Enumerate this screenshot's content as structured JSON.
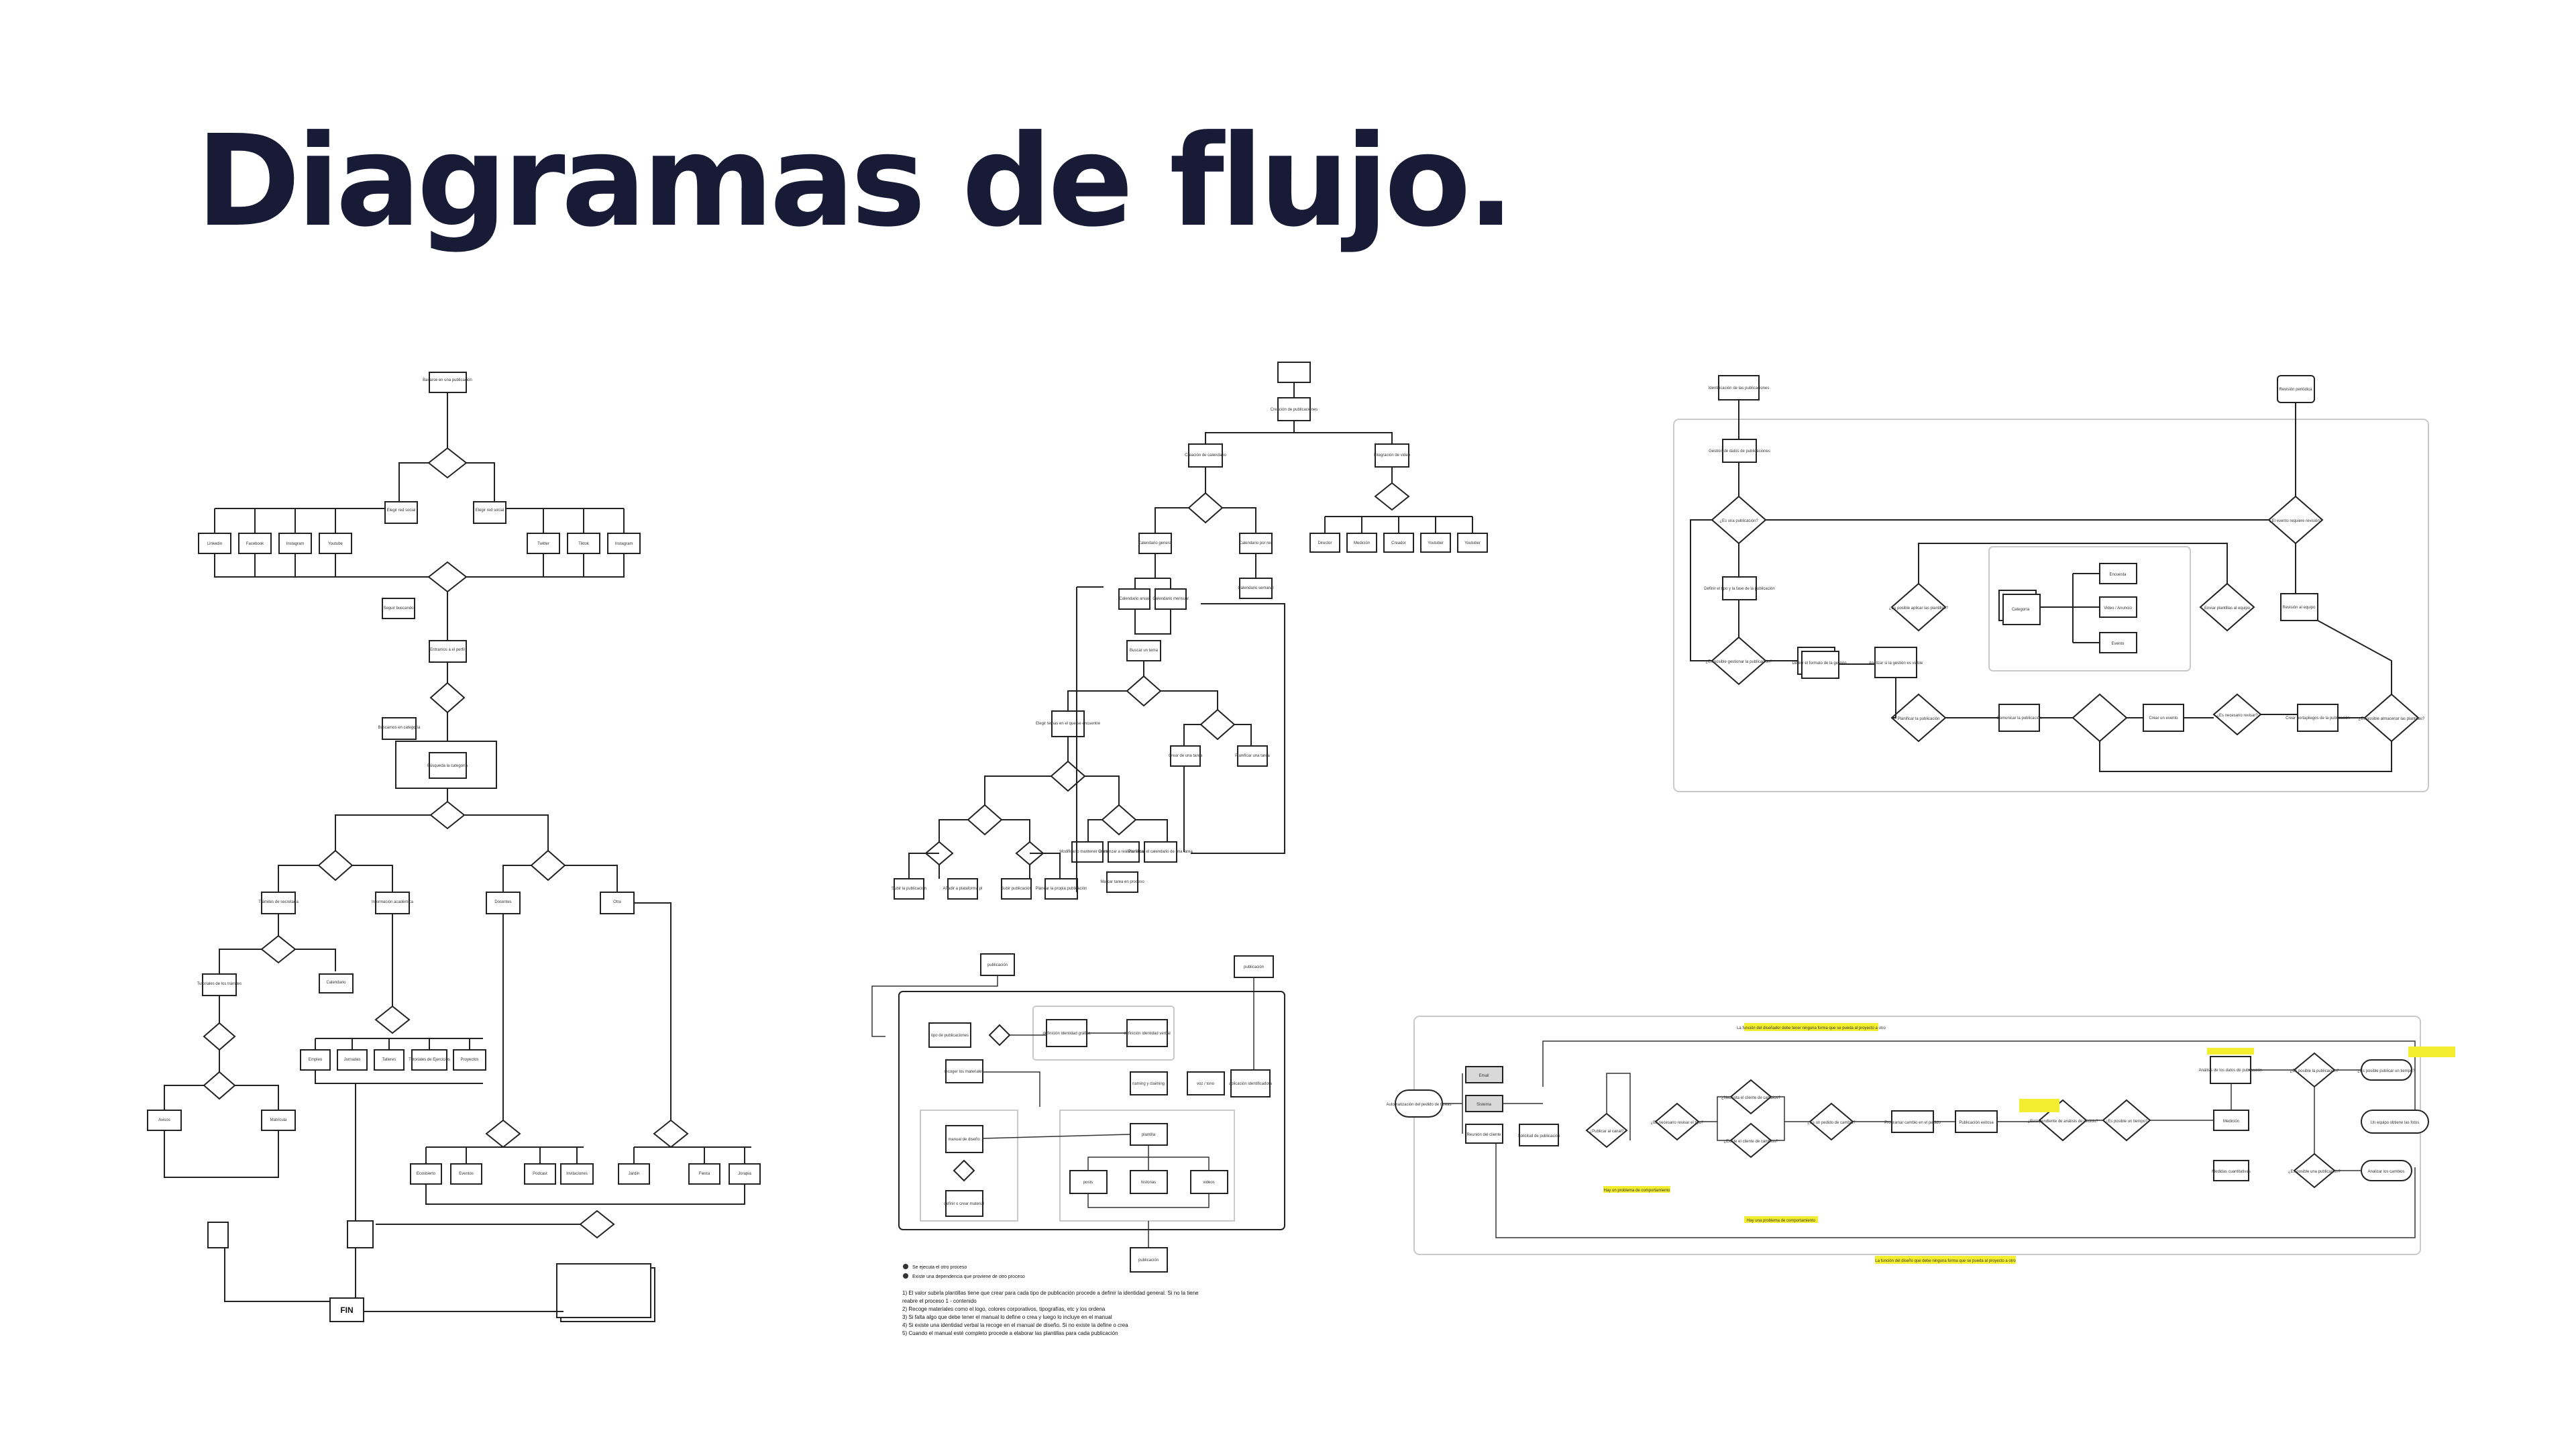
{
  "slide": {
    "title": "Diagramas de flujo."
  },
  "diagram1": {
    "start": "Basarse en una publicación",
    "boxes_left": [
      "Linkedin",
      "Facebook",
      "Instagram",
      "Youtube"
    ],
    "boxes_right": [
      "Twitter",
      "Tiktok",
      "Instagram"
    ],
    "social_left": "Elegir red social",
    "social_right": "Elegir red social",
    "seguir": "Seguir buscando",
    "entramos": "Entramos a el perfil",
    "buscamos": "Buscamos en categoría",
    "busqueda": "Búsqueda la categoría",
    "row_a": [
      "Trámites de secretaría",
      "Información académica"
    ],
    "row_b": [
      "Docentes",
      "Otra"
    ],
    "tutoriales": "Tutoriales de los trámites",
    "calendario": "Calendario",
    "small_row": [
      "Empleo",
      "Jornadas",
      "Talleres",
      "Tutoriales de Ejercicios",
      "Proyectos"
    ],
    "avisos": [
      "Avisos",
      "Matrícula"
    ],
    "bottom_row": [
      "Ecosbierto",
      "Eventos",
      "Podcast",
      "Invitaciones",
      "Jardín",
      "Fiesta",
      "Jorapia"
    ],
    "end": "FIN"
  },
  "diagram2": {
    "top": "Creación de publicaciones",
    "left": "Creación de calendario",
    "right": "Integración de video",
    "right_row": [
      "Director",
      "Medición",
      "Creador",
      "Youtuber",
      "Youtuber"
    ],
    "cal": [
      "Calendario general",
      "Calendario por red",
      "Calendario anual",
      "Calendario mensual",
      "Calendario semanal"
    ],
    "buscar": "Buscar un tema",
    "elegir": "Elegir temas en el que se encuentre",
    "leaves": [
      "Subir la publicación",
      "Añadir a plataforma pl",
      "Subir publicación",
      "Planear la propia publicación",
      "Modificar o mantener una tarea",
      "Comenzar a realizar la tarea",
      "Planificar el calendario de una tarea",
      "Crear de una tarea",
      "Planificar una tarea",
      "Marcar tarea en proceso"
    ]
  },
  "diagram3": {
    "start": "Identificación de las publicaciones",
    "top_right": "Revisión periódica",
    "nodes": [
      "Gestión de datos de publicaciones",
      "¿Es una publicación?",
      "Definir el tipo y la fase de la publicación",
      "¿Es posible gestionar la publicación?",
      "Definir el formato de la gestión",
      "Analizar si la gestión es viable",
      "Categoría",
      "Encuesta",
      "Video / Anuncio",
      "Evento",
      "¿Es posible aplicar las plantillas?",
      "Enviar plantillas al equipo",
      "Revisión al equipo",
      "¿El evento requiere revisión?",
      "Planificar la publicación",
      "Comunicar la publicación",
      "Crear un evento",
      "¿Es necesario revisar?",
      "Crear portapliegos de la publicación",
      "¿Es posible almacenar las plantillas?"
    ]
  },
  "diagram4": {
    "header": "publicación",
    "steps": [
      "tipo de publicaciones",
      "recoger los materiales",
      "definición identidad gráfica",
      "definición identidad verbal",
      "naming y claiming",
      "voz / tono",
      "aplicación identificadora",
      "manual de diseño",
      "definir o crear material",
      "plantilla",
      "posts",
      "historias",
      "videos",
      "publicación"
    ],
    "notes": [
      "Se ejecuta el otro proceso",
      "Existe una dependencia que proviene de otro proceso",
      "1) El valor subirla plantillas tiene que crear para cada tipo de publicación procede a definir la identidad general. Si no la tiene",
      "reabre el proceso 1 - contenido",
      "2) Recoge materiales como el logo, colores corporativos, tipografías, etc y los ordena",
      "3) Si falta algo que debe tener el manual lo define o crea y luego lo incluye en el manual",
      "4) Si existe una identidad verbal la recoge en el manual de diseño. Si no existe la define o crea",
      "5) Cuando el manual esté completo procede a elaborar las plantillas para cada publicación"
    ]
  },
  "diagram5": {
    "start": "Automatización del pedido de tareas",
    "nodes": [
      "Email",
      "Sistema",
      "Reunión del cliente",
      "Solicitud de publicación",
      "¿Publicar al canal?",
      "¿Es necesario revisar el tipo?",
      "¿Necesita el cliente de cambios?",
      "¿Existe el cliente de cambios?",
      "¿Es un pedido de cambio?",
      "Programar cambio en el pedido",
      "Publicación exitosa",
      "¿Está pendiente de análisis de pedido?",
      "¿Es posible un tiempo?",
      "Análisis de los datos de publicación",
      "Medición",
      "Medidas cuantitativas",
      "¿Es posible la publicación?",
      "¿Es posible una publicación?",
      "¿Es posible publicar un tiempo?",
      "Un equipo obtiene las fotos",
      "Analizar los cambios"
    ],
    "highlights": [
      "La función del diseñador debe tener ninguna forma que se pueda al proyecto a otro",
      "Hay un problema de comportamiento",
      "Hay una problema de comportamiento",
      "La función del diseño que debe ninguna forma que se pueda al proyecto a otro"
    ]
  },
  "colors": {
    "title": "#171b36",
    "line": "#222222",
    "highlight": "#f3ee2f",
    "panel": "#c9c9c9"
  }
}
